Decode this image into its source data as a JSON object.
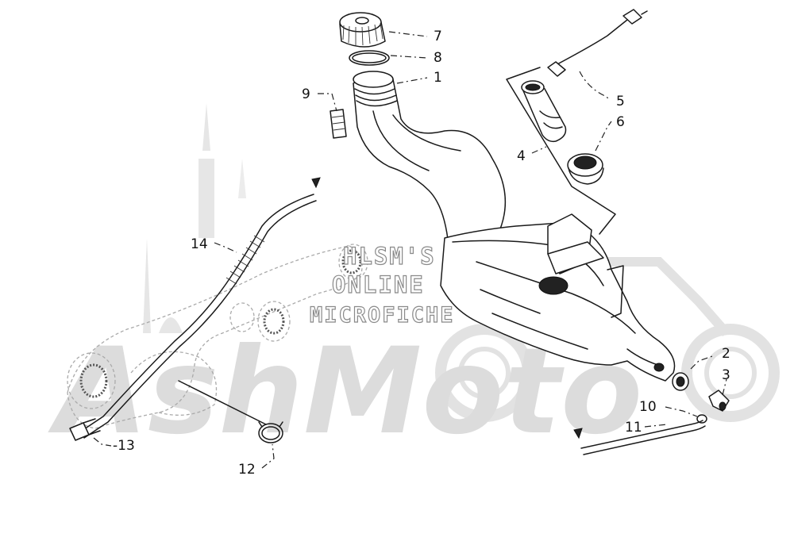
{
  "watermark": {
    "background_word": "AshMoto",
    "line1": "HLSM'S",
    "line2": "ONLINE",
    "line3": "MICROFICHE"
  },
  "callouts": [
    {
      "id": "1",
      "label": "1"
    },
    {
      "id": "2",
      "label": "2"
    },
    {
      "id": "3",
      "label": "3"
    },
    {
      "id": "4",
      "label": "4"
    },
    {
      "id": "5",
      "label": "5"
    },
    {
      "id": "6",
      "label": "6"
    },
    {
      "id": "7",
      "label": "7"
    },
    {
      "id": "8",
      "label": "8"
    },
    {
      "id": "9",
      "label": "9"
    },
    {
      "id": "10",
      "label": "10"
    },
    {
      "id": "11",
      "label": "11"
    },
    {
      "id": "12",
      "label": "12"
    },
    {
      "id": "13",
      "label": "-13"
    },
    {
      "id": "14",
      "label": "14"
    }
  ],
  "colors": {
    "line": "#1a1a1a",
    "watermark": "#dcdcdc",
    "background": "#ffffff"
  }
}
